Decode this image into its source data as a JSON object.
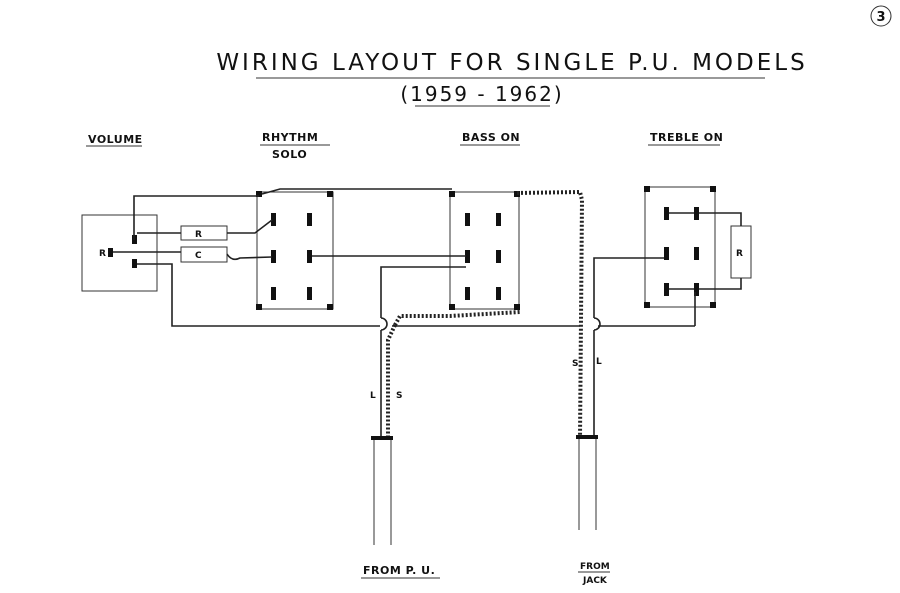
{
  "page_number": "3",
  "title": "WIRING LAYOUT FOR SINGLE P.U. MODELS",
  "subtitle": "(1959 - 1962)",
  "labels": {
    "volume": "VOLUME",
    "rhythm": "RHYTHM",
    "solo": "SOLO",
    "bass_on": "BASS ON",
    "treble_on": "TREBLE ON",
    "resistor_r_volume": "R",
    "capacitor_c": "C",
    "resistor_r_treble": "R",
    "pot_terminal": "R",
    "wire_l_left": "L",
    "wire_s_left": "S",
    "wire_s_right": "S",
    "wire_l_right": "L",
    "from_pu": "FROM P. U.",
    "from_line1": "FROM",
    "from_line2": "JACK"
  }
}
